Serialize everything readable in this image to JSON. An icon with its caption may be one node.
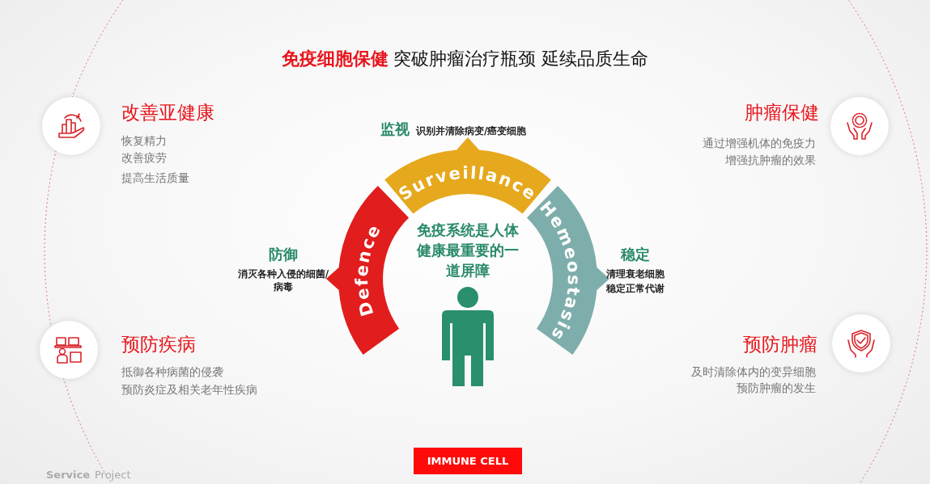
{
  "diagram": {
    "title": "**免疫细胞保健** 突破肿瘤治疗瓶颈 延续品质生命",
    "nodes": [
      {
        "text": [
          "Surveillance"
        ],
        "beside": [
          "监视",
          "识别并清除病变/癌变细胞"
        ]
      },
      {
        "text": [
          "Defence"
        ],
        "beside": [
          "防御",
          "消灭各种入侵的细菌/病毒"
        ]
      },
      {
        "text": [
          "Hemeostasis"
        ],
        "beside": [
          "稳定",
          "清理衰老细胞",
          "稳定正常代谢"
        ]
      },
      {
        "text": [
          "IMMUNE CELL"
        ]
      }
    ],
    "labels": [
      "改善亚健康",
      "恢复精力",
      "改善疲劳",
      "提高生活质量",
      "肿瘤保健",
      "通过增强机体的免疫力",
      "增强抗肿瘤的效果",
      "免疫系统是人体健康最重要的一道屏障",
      "预防疾病",
      "抵御各种病菌的侵袭",
      "预防炎症及相关老年性疾病",
      "预防肿瘤",
      "及时清除体内的变异细胞",
      "预防肿瘤的发生",
      "Service",
      "Project"
    ]
  }
}
